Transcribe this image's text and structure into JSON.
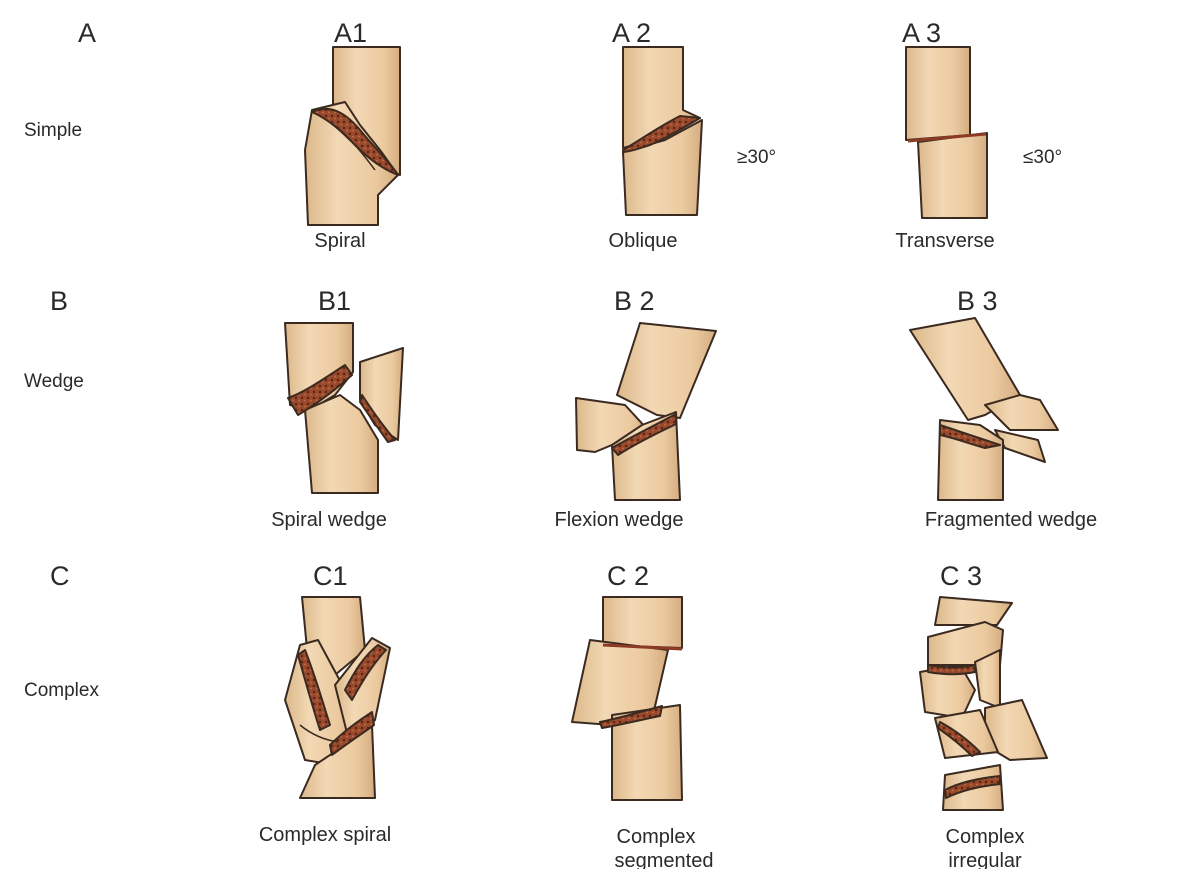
{
  "groups": {
    "A": {
      "letter": "A",
      "name": "Simple"
    },
    "B": {
      "letter": "B",
      "name": "Wedge"
    },
    "C": {
      "letter": "C",
      "name": "Complex"
    }
  },
  "types": {
    "A1": {
      "code": "A1",
      "caption": "Spiral"
    },
    "A2": {
      "code": "A 2",
      "caption": "Oblique",
      "angle": "≥30°"
    },
    "A3": {
      "code": "A 3",
      "caption": "Transverse",
      "angle": "≤30°"
    },
    "B1": {
      "code": "B1",
      "caption": "Spiral wedge"
    },
    "B2": {
      "code": "B 2",
      "caption": "Flexion wedge"
    },
    "B3": {
      "code": "B 3",
      "caption": "Fragmented wedge"
    },
    "C1": {
      "code": "C1",
      "caption": "Complex spiral"
    },
    "C2": {
      "code": "C 2",
      "caption_line1": "Complex",
      "caption_line2": "segmented"
    },
    "C3": {
      "code": "C 3",
      "caption_line1": "Complex",
      "caption_line2": "irregular"
    }
  },
  "colors": {
    "bone": "#eecfa6",
    "bone_shade": "#d9b387",
    "outline": "#3a2a20",
    "marrow": "#8b3a24",
    "text": "#2a2a2a"
  }
}
